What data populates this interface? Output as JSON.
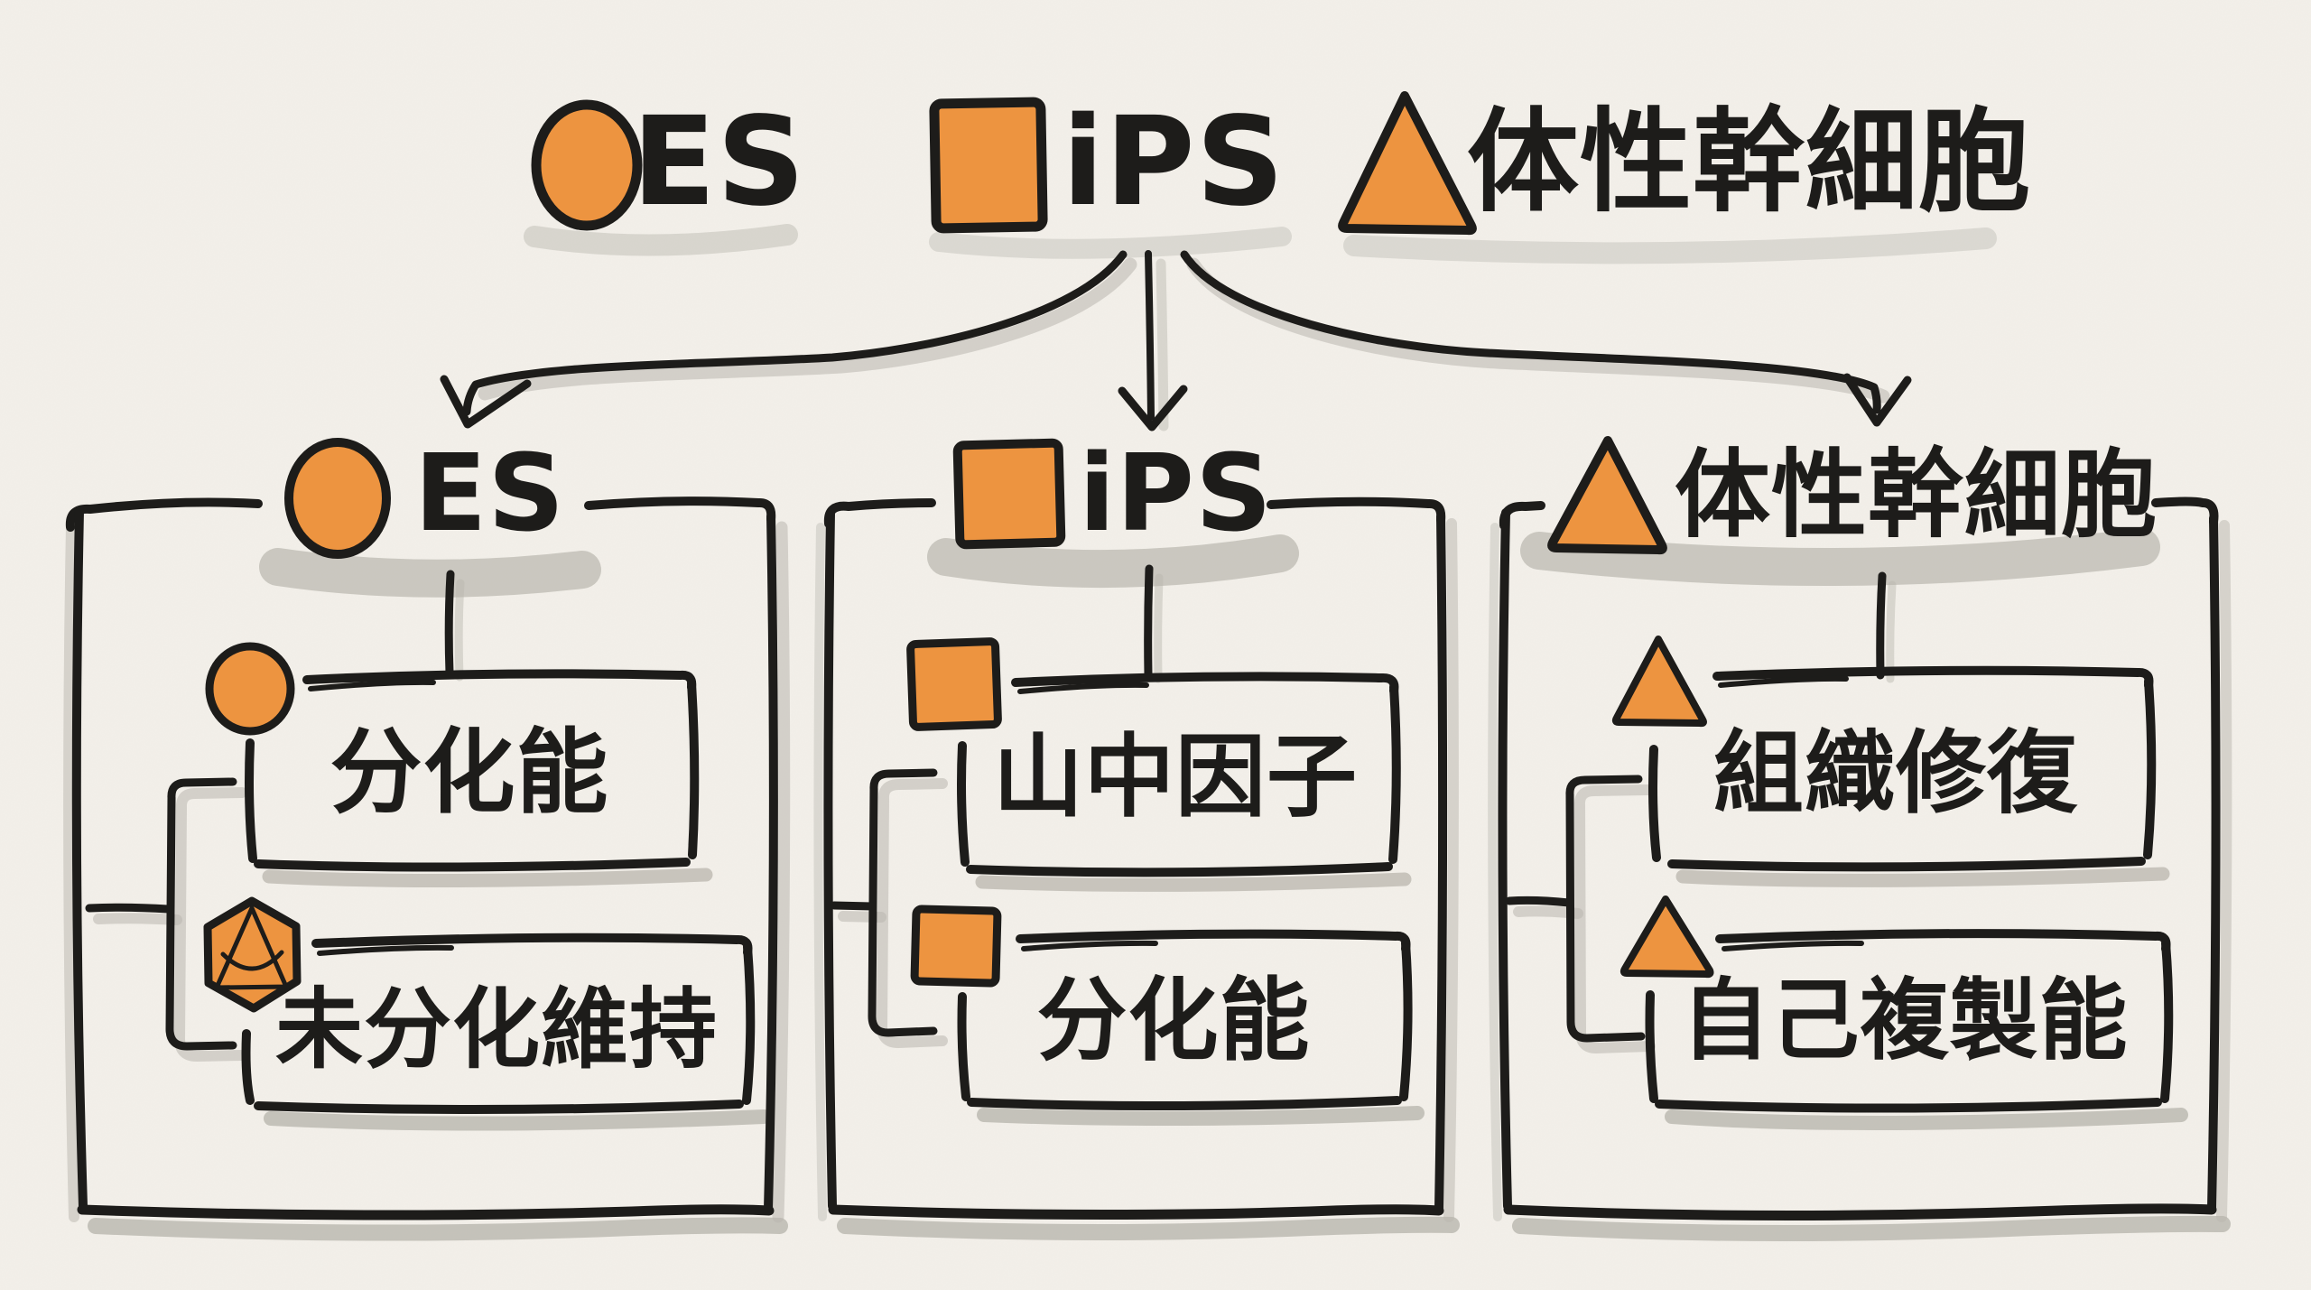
{
  "colors": {
    "background": "#f3f0ea",
    "ink": "#1d1c1a",
    "accent": "#ed9440",
    "shadow": "#b9b6ae"
  },
  "legend": {
    "items": [
      {
        "icon": "circle-icon",
        "label": "ES"
      },
      {
        "icon": "square-icon",
        "label": "iPS"
      },
      {
        "icon": "triangle-icon",
        "label": "体性幹細胞"
      }
    ]
  },
  "groups": [
    {
      "icon": "circle-icon",
      "title": "ES",
      "features": [
        {
          "icon": "circle-icon",
          "label": "分化能"
        },
        {
          "icon": "hexagon-icon",
          "label": "未分化維持"
        }
      ]
    },
    {
      "icon": "square-icon",
      "title": "iPS",
      "features": [
        {
          "icon": "square-icon",
          "label": "山中因子"
        },
        {
          "icon": "square-icon",
          "label": "分化能"
        }
      ]
    },
    {
      "icon": "triangle-icon",
      "title": "体性幹細胞",
      "features": [
        {
          "icon": "triangle-icon",
          "label": "組織修復"
        },
        {
          "icon": "triangle-icon",
          "label": "自己複製能"
        }
      ]
    }
  ]
}
